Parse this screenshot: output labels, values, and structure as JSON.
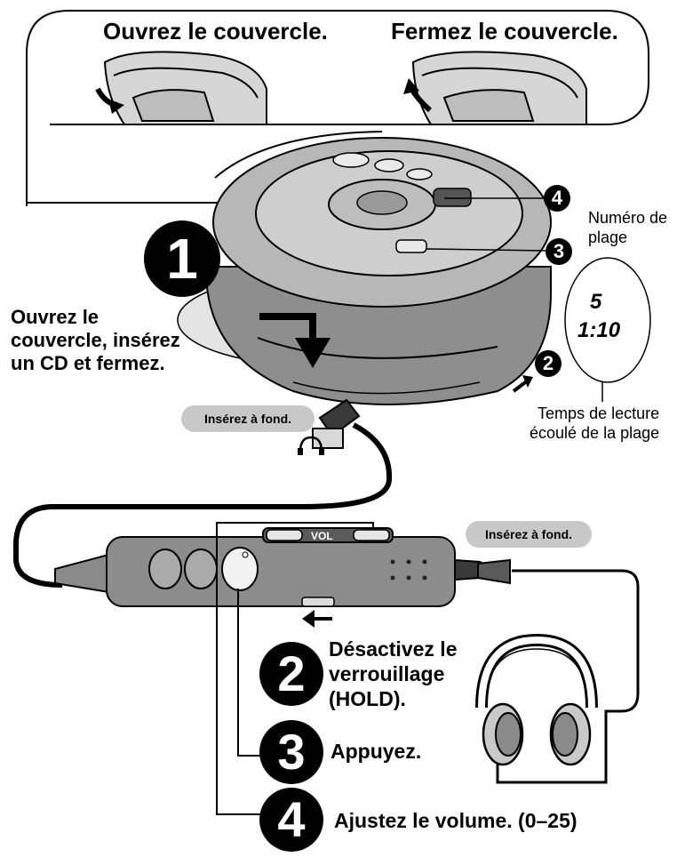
{
  "top_panel": {
    "open_caption": "Ouvrez le couvercle.",
    "close_caption": "Fermez le couvercle."
  },
  "steps": [
    {
      "number": "1",
      "text": "Ouvrez le couvercle, insérez un CD et fermez.",
      "lines": [
        "Ouvrez le",
        "couvercle, insérez",
        "un CD et fermez."
      ]
    },
    {
      "number": "2",
      "text": "Désactivez le verrouillage (HOLD).",
      "lines": [
        "Désactivez le",
        "verrouillage",
        "(HOLD)."
      ]
    },
    {
      "number": "3",
      "text": "Appuyez."
    },
    {
      "number": "4",
      "text": "Ajustez le volume. (0–25)"
    }
  ],
  "display": {
    "track_label": [
      "Numéro de",
      "plage"
    ],
    "track_number": "5",
    "elapsed_time": "1:10",
    "time_label": [
      "Temps de lecture",
      "écoulé de la plage"
    ]
  },
  "callouts": {
    "insert_fully_player": "Insérez à fond.",
    "insert_fully_remote": "Insérez à fond."
  },
  "remote": {
    "vol_label": "VOL"
  },
  "icons": [
    "headphone-icon",
    "arrow-right-icon",
    "arrow-left-icon",
    "curved-arrow-down-icon",
    "curved-arrow-up-icon",
    "bent-arrow-down-icon"
  ],
  "colors": {
    "ink": "#000000",
    "light_gray": "#d4d4d4",
    "mid_gray": "#9a9a9a",
    "dark_gray": "#5a5a5a",
    "pill_gray": "#c8c8c8"
  }
}
